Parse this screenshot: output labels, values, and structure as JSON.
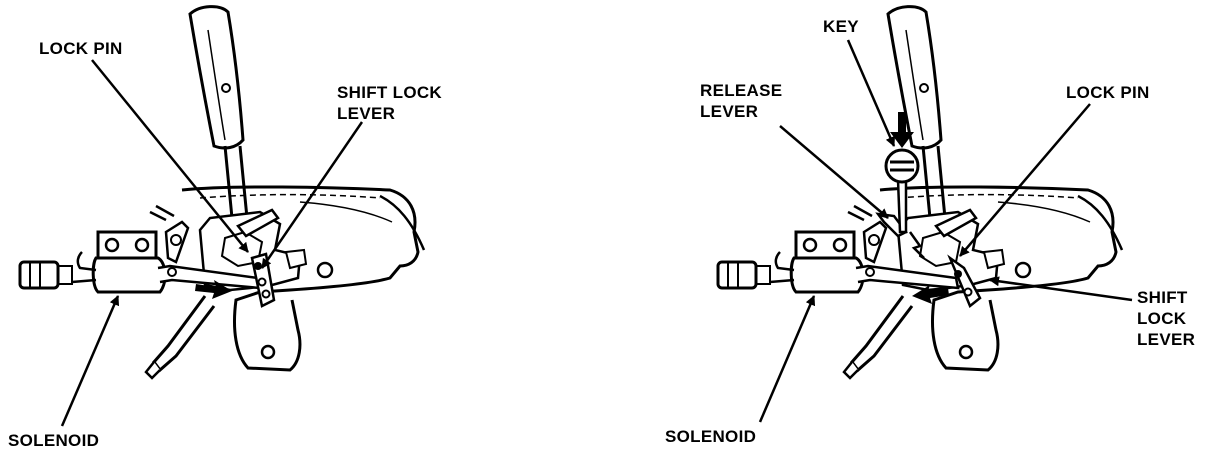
{
  "left_panel": {
    "labels": {
      "lock_pin": "LOCK PIN",
      "shift_lock_lever_1": "SHIFT LOCK",
      "shift_lock_lever_2": "LEVER",
      "solenoid": "SOLENOID"
    }
  },
  "right_panel": {
    "labels": {
      "key": "KEY",
      "release_lever_1": "RELEASE",
      "release_lever_2": "LEVER",
      "lock_pin": "LOCK PIN",
      "shift_lock_lever_1": "SHIFT",
      "shift_lock_lever_2": "LOCK",
      "shift_lock_lever_3": "LEVER",
      "solenoid": "SOLENOID"
    }
  },
  "colors": {
    "ink": "#000000",
    "paper": "#ffffff"
  }
}
